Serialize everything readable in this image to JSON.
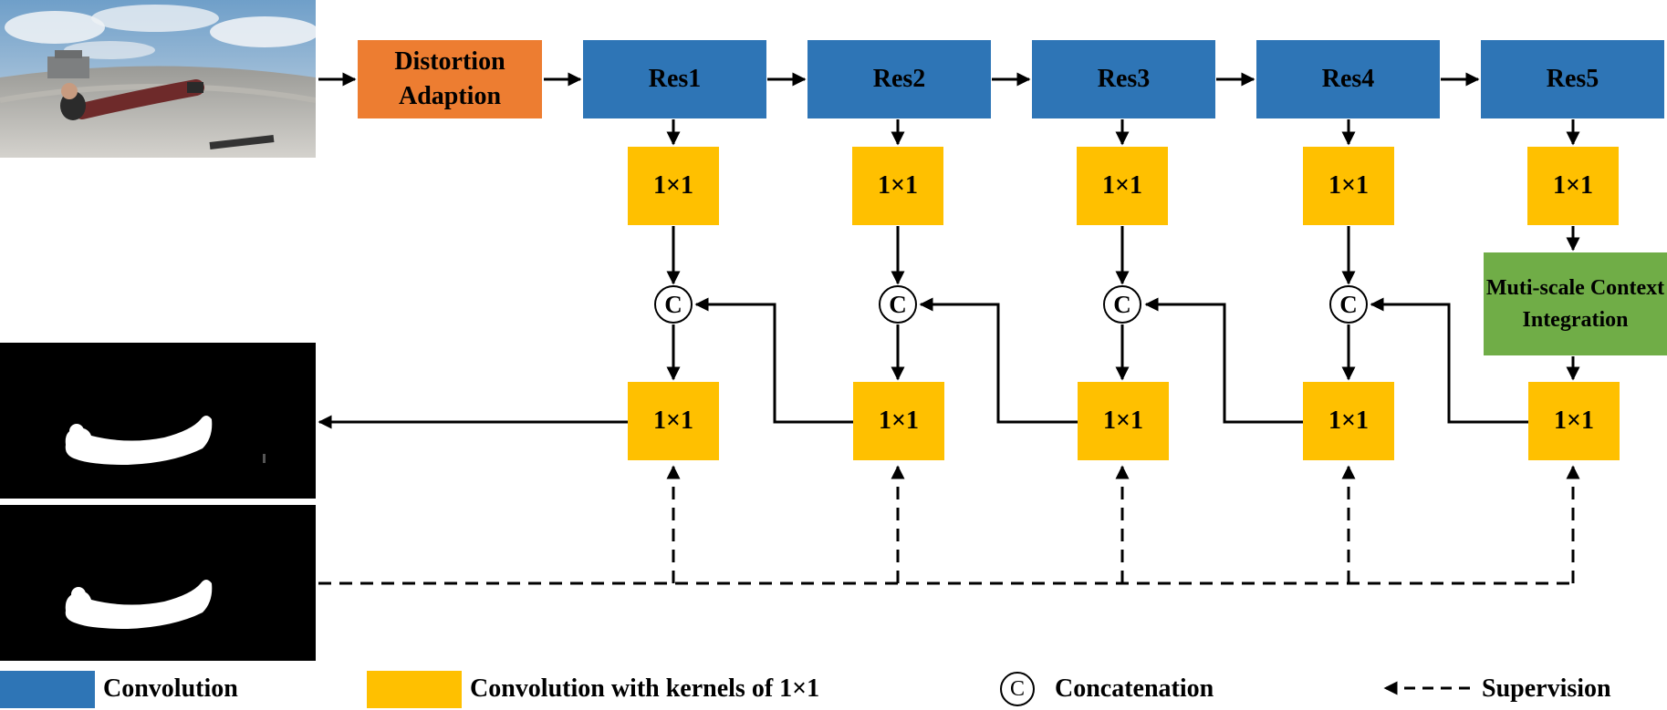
{
  "colors": {
    "convolution": "#2e75b6",
    "kernel_1x1": "#ffc000",
    "distortion": "#ed7d31",
    "context": "#70ad47",
    "wire": "#000000"
  },
  "input": {
    "distortion_label": "Distortion Adaption"
  },
  "backbone": {
    "stages": [
      "Res1",
      "Res2",
      "Res3",
      "Res4",
      "Res5"
    ]
  },
  "lateral": {
    "label": "1×1"
  },
  "decoder": {
    "label": "1×1"
  },
  "concat_symbol": "C",
  "context_module": {
    "label": "Muti-scale Context Integration"
  },
  "legend": {
    "convolution": "Convolution",
    "kernel": "Convolution with kernels of 1×1",
    "concat_symbol": "C",
    "concatenation": "Concatenation",
    "supervision": "Supervision"
  }
}
